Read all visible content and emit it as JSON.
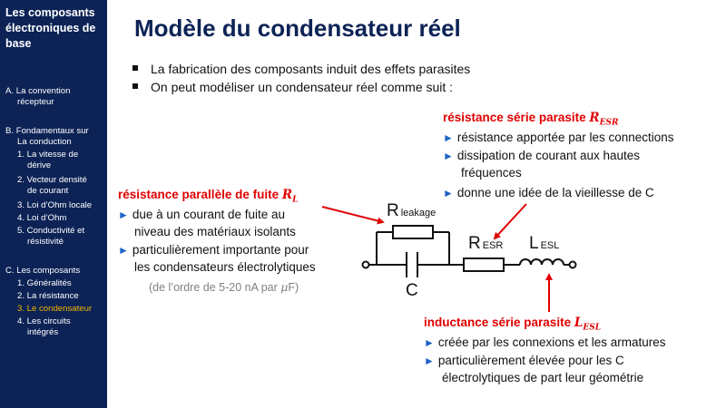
{
  "sidebar": {
    "title": "Les composants électroniques de base",
    "items": [
      {
        "label": "A.  La convention",
        "active": false
      },
      {
        "label": "récepteur",
        "active": false
      },
      {
        "label": "B.  Fondamentaux sur",
        "active": false
      },
      {
        "label": "La conduction",
        "active": false
      },
      {
        "label": "1. La vitesse de",
        "active": false
      },
      {
        "label": "dérive",
        "active": false
      },
      {
        "label": "2. Vecteur densité",
        "active": false
      },
      {
        "label": "de courant",
        "active": false
      },
      {
        "label": "3. Loi d’Ohm locale",
        "active": false
      },
      {
        "label": "4. Loi d’Ohm",
        "active": false
      },
      {
        "label": "5. Conductivité et",
        "active": false
      },
      {
        "label": "résistivité",
        "active": false
      },
      {
        "label": "C.  Les composants",
        "active": false
      },
      {
        "label": "1. Généralités",
        "active": false
      },
      {
        "label": "2. La résistance",
        "active": false
      },
      {
        "label": "3. Le condensateur",
        "active": true
      },
      {
        "label": "4. Les circuits",
        "active": false
      },
      {
        "label": "intégrés",
        "active": false
      }
    ]
  },
  "title": "Modèle du condensateur réel",
  "bullets": [
    "La fabrication des composants induit des effets parasites",
    "On peut modéliser un condensateur réel comme suit :"
  ],
  "esr": {
    "heading": "résistance série parasite",
    "symbol": "R",
    "subscript": "ESR",
    "lines": [
      "résistance apportée par les connections",
      "dissipation de courant aux hautes",
      "fréquences",
      "donne une idée de la vieillesse de C"
    ]
  },
  "leak": {
    "heading": "résistance parallèle de fuite",
    "symbol": "R",
    "subscript": "L",
    "lines": [
      "due à un courant de fuite au",
      "niveau des matériaux isolants",
      "particulièrement importante pour",
      "les condensateurs électrolytiques"
    ],
    "note_prefix": "(de l’ordre de 5-20 nA par ",
    "note_unit": "μ",
    "note_suffix": "F)"
  },
  "esl": {
    "heading": "inductance série parasite",
    "symbol": "L",
    "subscript": "ESL",
    "lines": [
      "créée par les connexions et les armatures",
      "particulièrement élevée pour les C",
      "électrolytiques de part leur géométrie"
    ]
  },
  "circuit": {
    "r_main": "R",
    "r_leak_sub": "leakage",
    "r_esr_sub": "ESR",
    "l_main": "L",
    "l_sub": "ESL",
    "c_label": "C"
  },
  "colors": {
    "sidebar_bg": "#0d2356",
    "title": "#0d2356",
    "accent_red": "#e00000",
    "arrow_blue": "#1f63c6",
    "active_item": "#f2b400"
  },
  "icons": {
    "bullet": "black-square",
    "arrow": "blue-right-triangle"
  }
}
